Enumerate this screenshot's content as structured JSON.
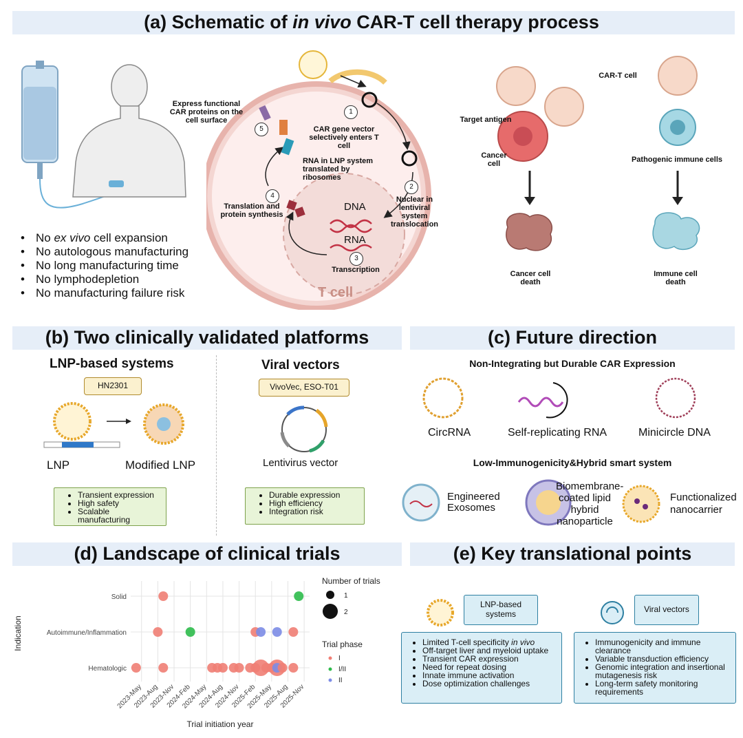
{
  "panel_a": {
    "title_pre": "(a) Schematic of ",
    "title_em": "in vivo",
    "title_post": " CAR-T cell therapy process",
    "bullets": [
      {
        "pre": "No ",
        "em": "ex vivo",
        "post": " cell expansion"
      },
      {
        "pre": "No autologous manufacturing",
        "em": "",
        "post": ""
      },
      {
        "pre": "No long manufacturing time",
        "em": "",
        "post": ""
      },
      {
        "pre": "No lymphodepletion",
        "em": "",
        "post": ""
      },
      {
        "pre": "No manufacturing failure risk",
        "em": "",
        "post": ""
      }
    ],
    "steps": {
      "s1": "1",
      "s2": "2",
      "s3": "3",
      "s4": "4",
      "s5": "5"
    },
    "labels": {
      "express": "Express functional CAR proteins on the cell surface",
      "gene_vector": "CAR gene vector selectively enters T cell",
      "rna_lnp": "RNA in LNP system translated by ribosomes",
      "nuclear": "Nuclear in lentiviral system translocation",
      "translation": "Translation and protein synthesis",
      "dna": "DNA",
      "rna": "RNA",
      "transcription": "Transcription",
      "t_cell": "T cell",
      "car_t": "CAR-T cell",
      "target_antigen": "Target antigen",
      "cancer_cell": "Cancer cell",
      "pathogenic": "Pathogenic immune cells",
      "cancer_death": "Cancer cell death",
      "immune_death": "Immune cell death"
    }
  },
  "panel_b": {
    "title": "(b) Two clinically validated platforms",
    "lnp": {
      "heading": "LNP-based systems",
      "tag": "HN2301",
      "lnp_label": "LNP",
      "modified_label": "Modified LNP",
      "points": [
        "Transient expression",
        "High safety",
        "Scalable manufacturing"
      ]
    },
    "viral": {
      "heading": "Viral vectors",
      "tag": "VivoVec, ESO-T01",
      "vector_label": "Lentivirus vector",
      "points": [
        "Durable expression",
        "High efficiency",
        "Integration risk"
      ]
    }
  },
  "panel_c": {
    "title": "(c) Future direction",
    "sub1": "Non-Integrating but Durable CAR Expression",
    "items1": [
      "CircRNA",
      "Self-replicating RNA",
      "Minicircle DNA"
    ],
    "sub2": "Low-Immunogenicity&Hybrid  smart system",
    "items2": [
      "Engineered Exosomes",
      "Biomembrane-coated lipid hybrid nanoparticle",
      "Functionalized nanocarrier"
    ]
  },
  "panel_d": {
    "title": "(d) Landscape of clinical trials",
    "legend_size_title": "Number of trials",
    "legend_phase_title": "Trial phase",
    "phase_colors": {
      "I": "#f07e74",
      "I/II": "#2dbb4b",
      "II": "#7c8ce6"
    }
  },
  "panel_e": {
    "title": "(e) Key translational points",
    "lnp": {
      "label": "LNP-based systems",
      "points": [
        {
          "pre": "Limited T-cell specificity ",
          "em": "in vivo"
        },
        {
          "pre": "Off-target liver and myeloid uptake",
          "em": ""
        },
        {
          "pre": "Transient CAR expression",
          "em": ""
        },
        {
          "pre": "Need for repeat dosing",
          "em": ""
        },
        {
          "pre": "Innate immune activation",
          "em": ""
        },
        {
          "pre": "Dose optimization challenges",
          "em": ""
        }
      ]
    },
    "viral": {
      "label": "Viral vectors",
      "points": [
        "Immunogenicity and immune clearance",
        "Variable transduction efficiency",
        "Genomic integration and insertional mutagenesis risk",
        "Long-term safety monitoring requirements"
      ]
    }
  },
  "chart_data": {
    "type": "scatter",
    "xlabel": "Trial initiation year",
    "ylabel": "Indication",
    "x_ticks": [
      "2023-May",
      "2023-Aug",
      "2023-Nov",
      "2024-Feb",
      "2024-May",
      "2024-Aug",
      "2024-Nov",
      "2025-Feb",
      "2025-May",
      "2025-Aug",
      "2025-Nov"
    ],
    "y_categories": [
      "Hematologic",
      "Autoimmune/Inflammation",
      "Solid"
    ],
    "size_legend": [
      1,
      2
    ],
    "phase_legend": [
      "I",
      "I/II",
      "II"
    ],
    "points": [
      {
        "x": "2023-Apr",
        "y": "Solid",
        "n": 0,
        "phase": "I"
      },
      {
        "x": "2023-Sep",
        "y": "Solid",
        "n": 1,
        "phase": "I"
      },
      {
        "x": "2025-Oct",
        "y": "Solid",
        "n": 1,
        "phase": "I/II"
      },
      {
        "x": "2023-Aug",
        "y": "Autoimmune/Inflammation",
        "n": 1,
        "phase": "I"
      },
      {
        "x": "2024-Feb",
        "y": "Autoimmune/Inflammation",
        "n": 1,
        "phase": "I/II"
      },
      {
        "x": "2025-Feb",
        "y": "Autoimmune/Inflammation",
        "n": 1,
        "phase": "I"
      },
      {
        "x": "2025-Mar",
        "y": "Autoimmune/Inflammation",
        "n": 1,
        "phase": "II"
      },
      {
        "x": "2025-Jun",
        "y": "Autoimmune/Inflammation",
        "n": 1,
        "phase": "II"
      },
      {
        "x": "2025-Sep",
        "y": "Autoimmune/Inflammation",
        "n": 1,
        "phase": "I"
      },
      {
        "x": "2023-Apr",
        "y": "Hematologic",
        "n": 1,
        "phase": "I"
      },
      {
        "x": "2023-Sep",
        "y": "Hematologic",
        "n": 1,
        "phase": "I"
      },
      {
        "x": "2024-Jun",
        "y": "Hematologic",
        "n": 1,
        "phase": "I"
      },
      {
        "x": "2024-Jul",
        "y": "Hematologic",
        "n": 1,
        "phase": "I"
      },
      {
        "x": "2024-Aug",
        "y": "Hematologic",
        "n": 1,
        "phase": "I"
      },
      {
        "x": "2024-Oct",
        "y": "Hematologic",
        "n": 1,
        "phase": "I"
      },
      {
        "x": "2024-Nov",
        "y": "Hematologic",
        "n": 1,
        "phase": "I"
      },
      {
        "x": "2025-Jan",
        "y": "Hematologic",
        "n": 1,
        "phase": "I"
      },
      {
        "x": "2025-Feb",
        "y": "Hematologic",
        "n": 1,
        "phase": "I"
      },
      {
        "x": "2025-Mar",
        "y": "Hematologic",
        "n": 2,
        "phase": "I"
      },
      {
        "x": "2025-Apr",
        "y": "Hematologic",
        "n": 1,
        "phase": "I"
      },
      {
        "x": "2025-May",
        "y": "Hematologic",
        "n": 1,
        "phase": "I"
      },
      {
        "x": "2025-Jun",
        "y": "Hematologic",
        "n": 2,
        "phase": "I"
      },
      {
        "x": "2025-Jun",
        "y": "Hematologic",
        "n": 1,
        "phase": "II"
      },
      {
        "x": "2025-Jul",
        "y": "Hematologic",
        "n": 1,
        "phase": "I"
      },
      {
        "x": "2025-Sep",
        "y": "Hematologic",
        "n": 1,
        "phase": "I"
      }
    ]
  }
}
